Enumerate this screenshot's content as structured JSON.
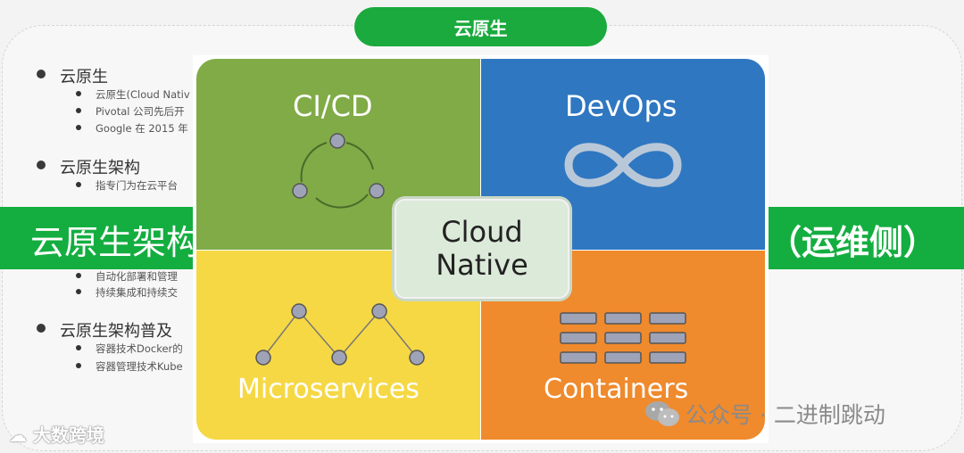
{
  "header": {
    "title": "云原生"
  },
  "outline": {
    "sec1": {
      "title": "云原生",
      "items": [
        "云原生(Cloud Nativ",
        "Pivotal 公司先后开",
        "Google 在 2015 年"
      ]
    },
    "sec2": {
      "title": "云原生架构",
      "items": [
        "指专门为在云平台"
      ]
    },
    "sec3": {
      "items": [
        "自动化部署和管理",
        "持续集成和持续交"
      ]
    },
    "sec4": {
      "title": "云原生架构普及",
      "items": [
        "容器技术Docker的",
        "容器管理技术Kube"
      ]
    }
  },
  "banner": {
    "left_text": "云原生架构",
    "right_text": "（运维侧）"
  },
  "graphic": {
    "center_line1": "Cloud",
    "center_line2": "Native",
    "quadrants": [
      {
        "label": "CI/CD",
        "color": "#80ab47",
        "icon": "cycle-icon"
      },
      {
        "label": "DevOps",
        "color": "#2f77c1",
        "icon": "infinity-icon"
      },
      {
        "label": "Microservices",
        "color": "#f6d845",
        "icon": "network-icon"
      },
      {
        "label": "Containers",
        "color": "#ef8a2d",
        "icon": "container-grid-icon"
      }
    ]
  },
  "watermarks": {
    "bottom_left": "大数跨境",
    "bottom_right": "公众号 · 二进制跳动"
  }
}
